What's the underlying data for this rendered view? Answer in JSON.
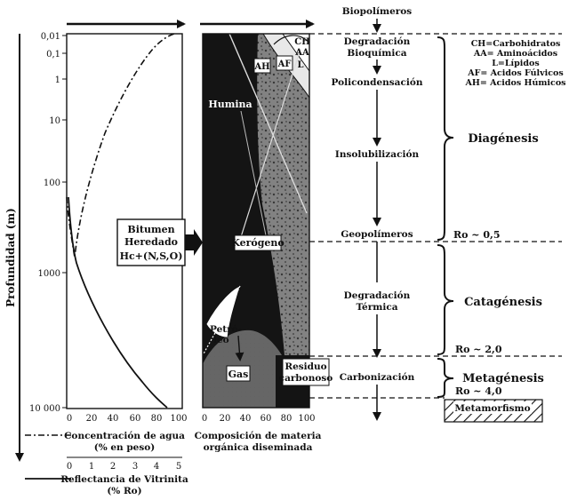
{
  "left_panel": {
    "y_axis_label": "Profundidad (m)",
    "depth_ticks": [
      "0,01",
      "0,1",
      "1",
      "10",
      "100",
      "1000",
      "10 000"
    ],
    "water_ticks": [
      "0",
      "20",
      "40",
      "60",
      "80",
      "100"
    ],
    "water_label_1": "Concentración de agua",
    "water_label_2": "(% en peso)",
    "vitrinite_ticks": [
      "0",
      "1",
      "2",
      "3",
      "4",
      "5"
    ],
    "vitrinite_label_1": "Reflectancia de Vitrinita",
    "vitrinite_label_2": "(% Ro)"
  },
  "bitumen_box": {
    "line1": "Bitumen",
    "line2": "Heredado",
    "line3": "Hc+(N,S,O)"
  },
  "middle_panel": {
    "labels": {
      "humina": "Humina",
      "kerogeno": "Kerógeno",
      "petroleo_1": "Petró-",
      "petroleo_2": "leo",
      "gas": "Gas",
      "residuo_1": "Residuo",
      "residuo_2": "carbonoso",
      "ah": "AH",
      "af": "AF",
      "ch": "CH",
      "aa": "AA",
      "l": "L"
    },
    "x_ticks": [
      "0",
      "20",
      "40",
      "60",
      "80",
      "100"
    ],
    "x_label_1": "Composición de materia",
    "x_label_2": "orgánica diseminada"
  },
  "process_column": {
    "biopolimeros": "Biopolímeros",
    "degradacion_1": "Degradación",
    "degradacion_2": "Bioquímica",
    "policondensacion": "Policondensación",
    "insolubilizacion": "Insolubilización",
    "geopolimeros": "Geopolímeros",
    "deg_termica_1": "Degradación",
    "deg_termica_2": "Térmica",
    "carbonizacion": "Carbonización"
  },
  "legend": {
    "ch": "CH=Carbohidratos",
    "aa": "AA= Aminoácidos",
    "l": "L=Lípidos",
    "af": "AF= Acidos Fúlvicos",
    "ah": "AH= Acidos Húmicos"
  },
  "stages": {
    "diagenesis": "Diagénesis",
    "catagenesis": "Catagénesis",
    "metagenesis": "Metagénesis",
    "metamorfismo": "Metamorfismo",
    "ro_05": "Ro ~ 0,5",
    "ro_20": "Ro ~ 2,0",
    "ro_40": "Ro ~ 4,0"
  },
  "colors": {
    "ink": "#111111",
    "paper": "#ffffff",
    "panel_dark": "#141414"
  }
}
